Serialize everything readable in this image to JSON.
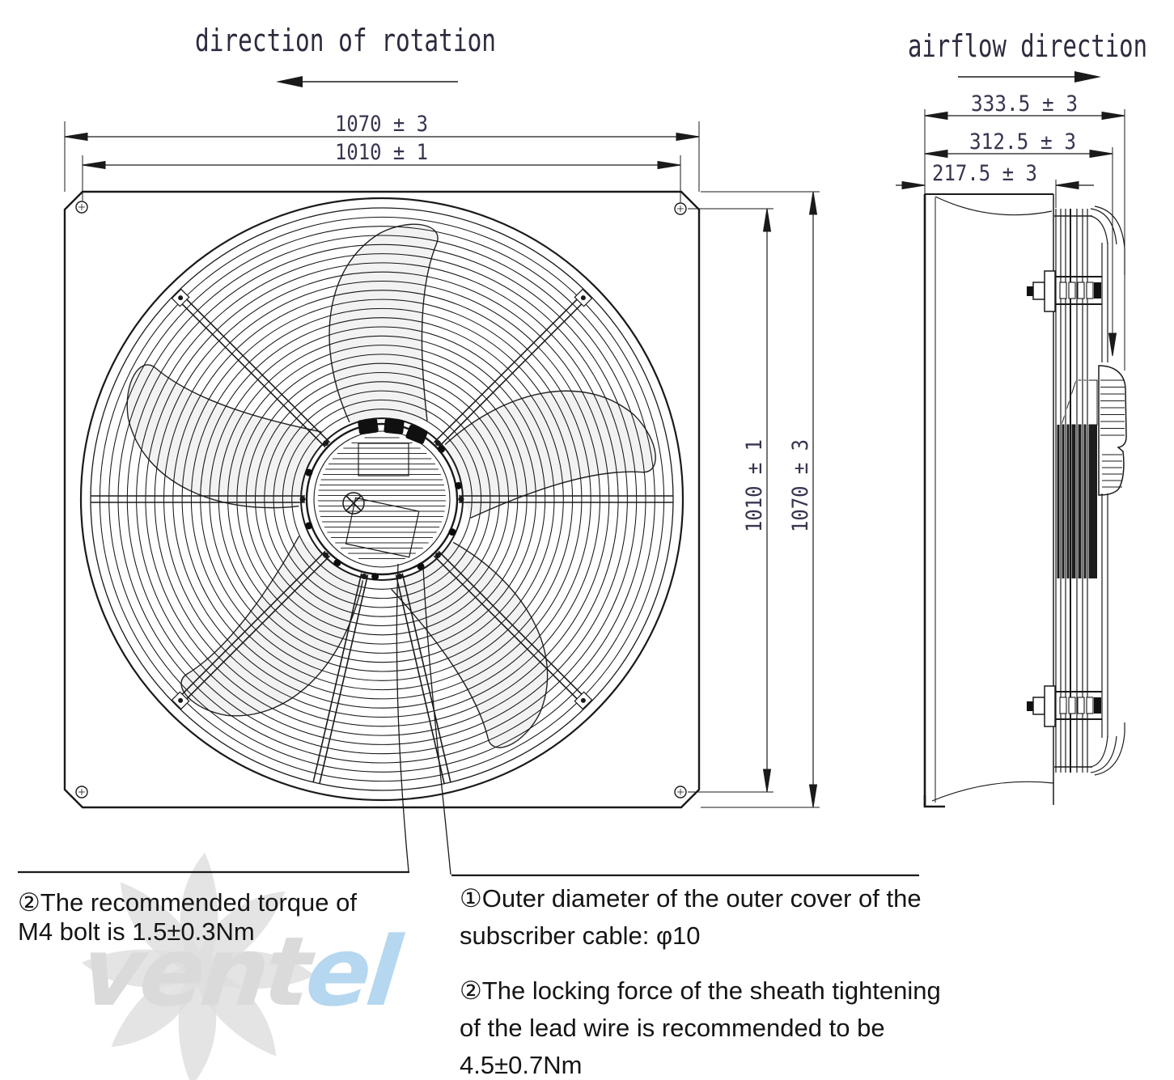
{
  "labels": {
    "rotation": "direction of rotation",
    "airflow": "airflow direction"
  },
  "dimensions": {
    "front_width_outer": "1070 ± 3",
    "front_width_inner": "1010 ± 1",
    "front_height_inner": "1010 ± 1",
    "front_height_outer": "1070 ± 3",
    "side_depth_total": "333.5 ± 3",
    "side_depth_guard": "312.5 ± 3",
    "side_depth_wall": "217.5 ± 3"
  },
  "notes": {
    "torque_line1": "②The recommended torque of",
    "torque_line2": "M4 bolt is 1.5±0.3Nm",
    "cable_line1": "①Outer diameter of the outer cover of the",
    "cable_line2": "subscriber cable: φ10",
    "locking_line1": "②The locking force of the sheath tightening",
    "locking_line2": "of the lead wire is recommended to be",
    "locking_line3": "4.5±0.7Nm"
  },
  "watermark": {
    "grey_part": "vent",
    "blue_part": "el"
  },
  "colors": {
    "ink": "#1a1a1a",
    "dim_ink": "#3a3350",
    "watermark_grey": "#d9d9d9",
    "watermark_blue": "#aed3ee"
  }
}
